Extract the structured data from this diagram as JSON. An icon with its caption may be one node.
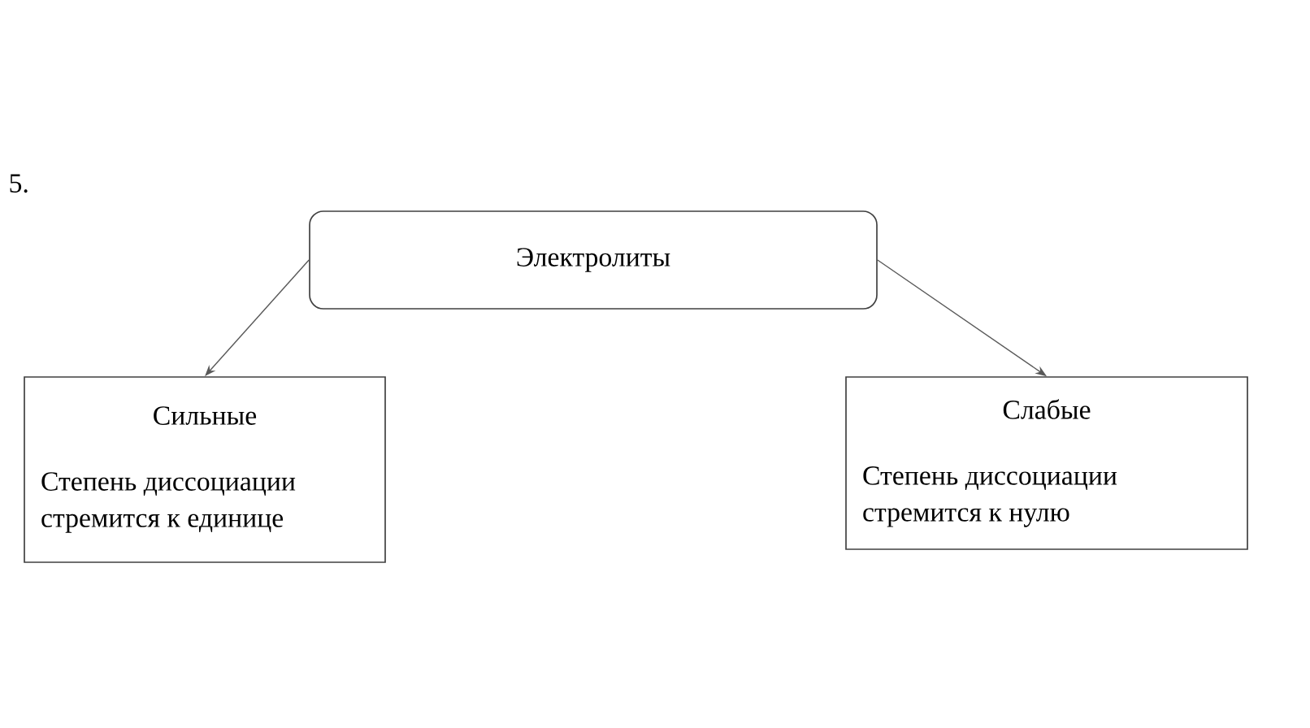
{
  "diagram": {
    "nodes": [
      {
        "text": [
          "Электролиты"
        ]
      },
      {
        "text": [
          "Сильные",
          "Степень диссоциации стремится к единице"
        ]
      },
      {
        "text": [
          "Слабые",
          "Степень диссоциации стремится к нулю"
        ]
      }
    ],
    "edges": [
      {
        "from": 0,
        "to": 1,
        "arrow": "to"
      },
      {
        "from": 0,
        "to": 2,
        "arrow": "to"
      }
    ],
    "labels": [
      "5."
    ]
  }
}
